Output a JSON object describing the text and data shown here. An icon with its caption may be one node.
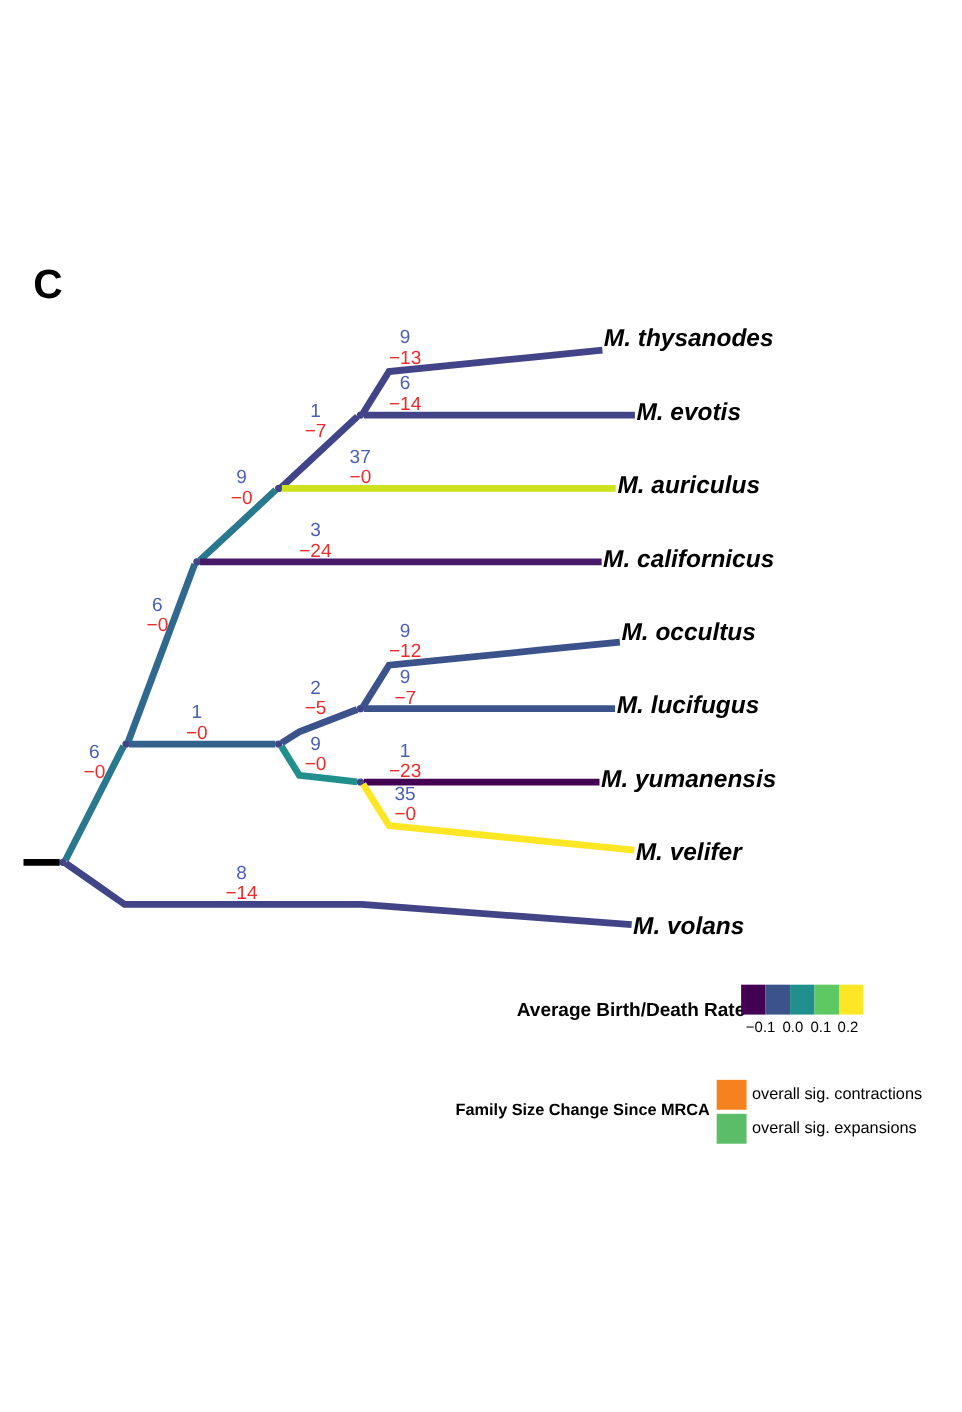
{
  "diagram": {
    "title": "C",
    "nodes": [
      {
        "text": [],
        "shape": "point"
      },
      {
        "text": [],
        "shape": "point"
      },
      {
        "text": [],
        "shape": "point"
      },
      {
        "text": [],
        "shape": "point"
      },
      {
        "text": [],
        "shape": "point"
      },
      {
        "text": [
          "M. thysanodes"
        ]
      },
      {
        "text": [
          "M. evotis"
        ]
      },
      {
        "text": [
          "M. auriculus"
        ]
      },
      {
        "text": [
          "M. californicus"
        ]
      },
      {
        "text": [],
        "shape": "point"
      },
      {
        "text": [],
        "shape": "point"
      },
      {
        "text": [
          "M. occultus"
        ]
      },
      {
        "text": [
          "M. lucifugus"
        ]
      },
      {
        "text": [],
        "shape": "point"
      },
      {
        "text": [
          "M. yumanensis"
        ]
      },
      {
        "text": [
          "M. velifer"
        ]
      },
      {
        "text": [
          "M. volans"
        ]
      }
    ],
    "edges": [
      {
        "from": null,
        "to": 0,
        "arrow": "none",
        "color": "#000000"
      },
      {
        "from": 0,
        "to": 1,
        "arrow": "none",
        "label": "6 −0",
        "color": "#2a788e"
      },
      {
        "from": 1,
        "to": 2,
        "arrow": "none",
        "label": "6 −0",
        "color": "#31688e"
      },
      {
        "from": 2,
        "to": 3,
        "arrow": "none",
        "label": "9 −0",
        "color": "#2a788e"
      },
      {
        "from": 3,
        "to": 4,
        "arrow": "none",
        "label": "1 −7"
      },
      {
        "from": 4,
        "to": 5,
        "arrow": "none",
        "label": "9 −13"
      },
      {
        "from": 4,
        "to": 6,
        "arrow": "none",
        "label": "6 −14"
      },
      {
        "from": 3,
        "to": 7,
        "arrow": "none",
        "label": "37 −0",
        "color": "#cde11d"
      },
      {
        "from": 2,
        "to": 8,
        "arrow": "none",
        "label": "3 −24",
        "color": "#481a6c"
      },
      {
        "from": 1,
        "to": 9,
        "arrow": "none",
        "label": "1 −0",
        "color": "#33638d"
      },
      {
        "from": 9,
        "to": 10,
        "arrow": "none",
        "label": "2 −5",
        "color": "#3b528b"
      },
      {
        "from": 10,
        "to": 11,
        "arrow": "none",
        "label": "9 −12",
        "color": "#3b528b"
      },
      {
        "from": 10,
        "to": 12,
        "arrow": "none",
        "label": "9 −7",
        "color": "#3b528b"
      },
      {
        "from": 9,
        "to": 13,
        "arrow": "none",
        "label": "9 −0",
        "color": "#21908d"
      },
      {
        "from": 13,
        "to": 14,
        "arrow": "none",
        "label": "1 −23",
        "color": "#440154"
      },
      {
        "from": 13,
        "to": 15,
        "arrow": "none",
        "label": "35 −0",
        "color": "#fde725"
      },
      {
        "from": 0,
        "to": 16,
        "arrow": "none",
        "label": "8 −14"
      }
    ],
    "labels": [
      "Average Birth/Death Rate",
      "−0.1",
      "0.0",
      "0.1",
      "0.2",
      "Family Size Change Since MRCA"
    ],
    "legend": [
      {
        "text": "overall sig. contractions",
        "color": "#f5821f"
      },
      {
        "text": "overall sig. expansions",
        "color": "#5cbd68"
      }
    ]
  }
}
